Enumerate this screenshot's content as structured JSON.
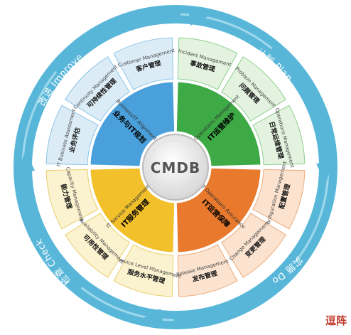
{
  "center": "CMDB",
  "cycle": {
    "improve": "改进 Improve",
    "plan": "计划 Plan",
    "do": "实施 Do",
    "check": "检查 Check"
  },
  "quadrants": [
    {
      "en": "Business/IT Alignment",
      "zh": "业务与IT规划",
      "color": "#4aa0da"
    },
    {
      "en": "IT Operations Management",
      "zh": "IT运营维护",
      "color": "#3daa46"
    },
    {
      "en": "IT Operations Assurance",
      "zh": "IT运营保障",
      "color": "#e8792d"
    },
    {
      "en": "IT Service Management",
      "zh": "IT服务管理",
      "color": "#f2c02a"
    }
  ],
  "segments": [
    {
      "en": "Customer Management",
      "zh": "客户管理"
    },
    {
      "en": "Continuity Management",
      "zh": "可持续性管理"
    },
    {
      "en": "IT Business Assessment",
      "zh": "业务评估"
    },
    {
      "en": "Incident Management",
      "zh": "事故管理"
    },
    {
      "en": "Problem Management",
      "zh": "问题管理"
    },
    {
      "en": "Operations Management",
      "zh": "日常运维管理"
    },
    {
      "en": "Configuration Management",
      "zh": "配置管理"
    },
    {
      "en": "Change Management",
      "zh": "变更管理"
    },
    {
      "en": "Release Management",
      "zh": "发布管理"
    },
    {
      "en": "Service Level Management",
      "zh": "服务水平管理"
    },
    {
      "en": "Availability Management",
      "zh": "可用性管理"
    },
    {
      "en": "Capacity Management",
      "zh": "能力管理"
    }
  ],
  "watermark": "逗阵"
}
